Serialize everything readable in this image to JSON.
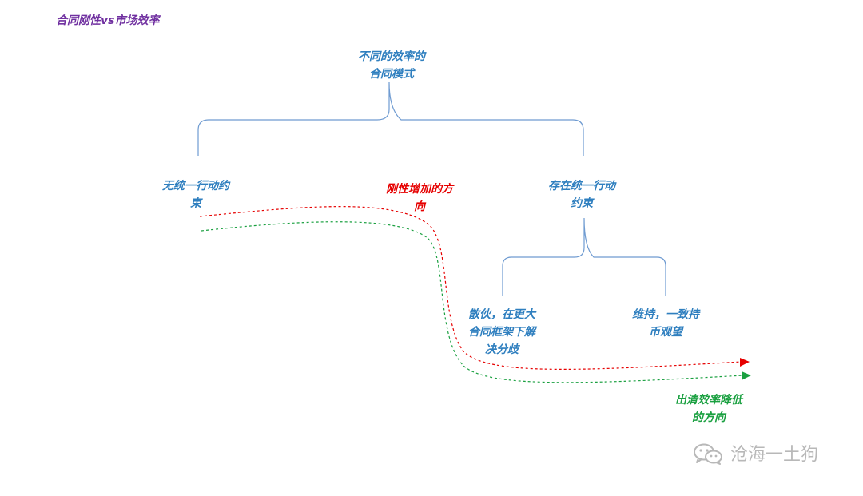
{
  "title": "合同刚性vs市场效率",
  "nodes": {
    "root": "不同的效率的\n合同模式",
    "left_branch": "无统一行动约\n束",
    "right_branch": "存在统一行动\n约束",
    "right_child_left": "散伙，在更大\n合同框架下解\n决分歧",
    "right_child_right": "维持，一致持\n币观望"
  },
  "arrows": {
    "red_label": "刚性增加的方\n向",
    "green_label": "出清效率降低\n的方向"
  },
  "watermark": {
    "text": "沧海一土狗",
    "icon": "wechat-icon"
  },
  "colors": {
    "title": "#7030a0",
    "node_text": "#2f7fbf",
    "bracket": "#6f9bd1",
    "red_line": "#e60000",
    "green_line": "#1aa040",
    "watermark": "#b8b8b8"
  }
}
